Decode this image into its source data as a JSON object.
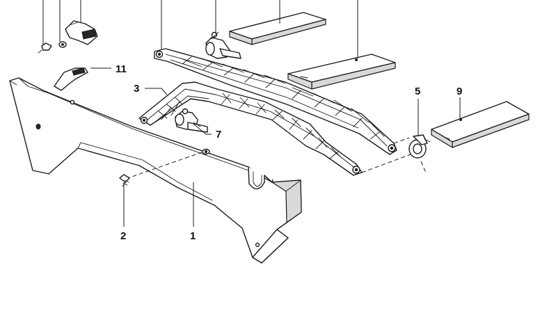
{
  "diagram": {
    "callouts": {
      "part_1": "1",
      "part_2": "2",
      "part_3": "3",
      "part_5": "5",
      "part_7": "7",
      "part_9": "9",
      "part_11": "11"
    },
    "colors": {
      "line": "#1a1a1a",
      "background": "#ffffff",
      "shade": "#d9d9d9"
    }
  }
}
